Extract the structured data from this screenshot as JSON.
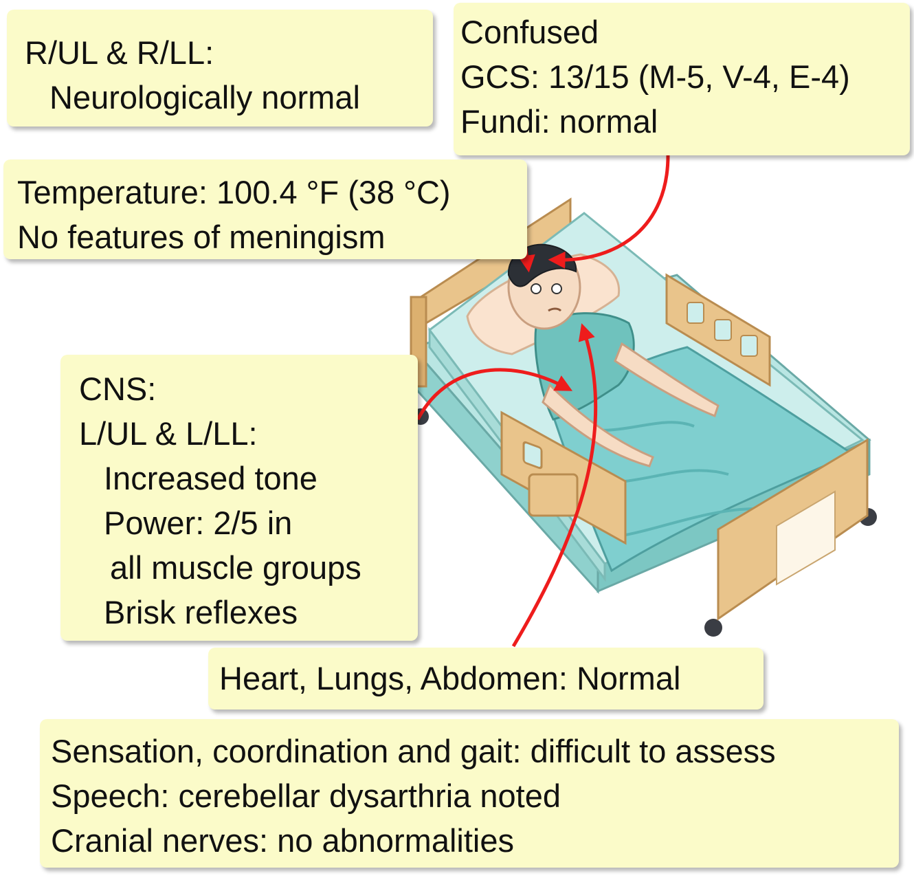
{
  "notes": {
    "right_limbs": [
      "R/UL & R/LL:",
      "Neurologically normal"
    ],
    "mental_status": [
      "Confused",
      "GCS: 13/15 (M-5, V-4, E-4)",
      "Fundi: normal"
    ],
    "temperature": [
      "Temperature: 100.4 °F (38 °C)",
      "No features of meningism"
    ],
    "cns": [
      "CNS:",
      "L/UL & L/LL:",
      "Increased tone",
      "Power: 2/5 in",
      "all muscle groups",
      "Brisk reflexes"
    ],
    "organs": [
      "Heart, Lungs, Abdomen: Normal"
    ],
    "other": [
      "Sensation, coordination and gait: difficult to assess",
      "Speech: cerebellar dysarthria noted",
      "Cranial nerves: no abnormalities"
    ]
  },
  "colors": {
    "note_fill": "#fbfbc9",
    "arrow": "#ee1c1c",
    "bed_wood": "#e9c48b",
    "sheet": "#7fcfcf",
    "gown": "#6fc2bd",
    "skin": "#f6dcc4",
    "hair": "#2c3036"
  },
  "icons": [
    "patient-in-bed-illustration",
    "arrow-to-head",
    "arrow-to-forehead",
    "arrow-to-left-side",
    "arrow-to-chest"
  ]
}
